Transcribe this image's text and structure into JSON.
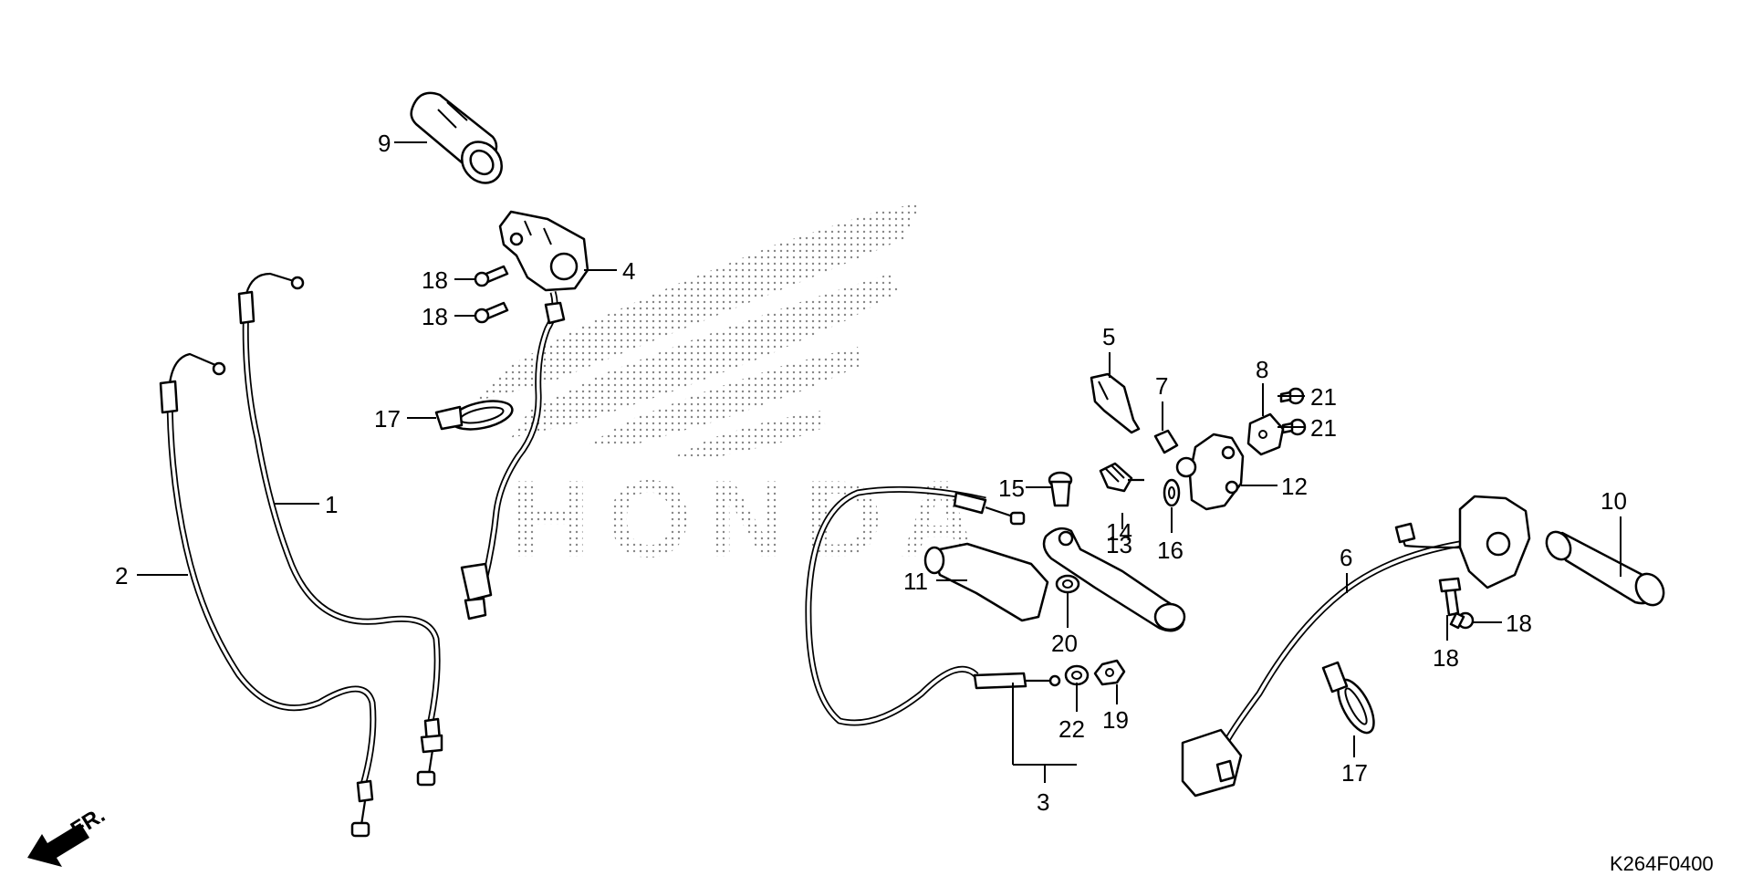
{
  "watermark": {
    "text": "HONDA"
  },
  "direction": {
    "label": "FR."
  },
  "diagram_code": "K264F0400",
  "callouts": [
    {
      "id": "c1",
      "label": "1"
    },
    {
      "id": "c2",
      "label": "2"
    },
    {
      "id": "c3",
      "label": "3"
    },
    {
      "id": "c4",
      "label": "4"
    },
    {
      "id": "c5",
      "label": "5"
    },
    {
      "id": "c6",
      "label": "6"
    },
    {
      "id": "c7",
      "label": "7"
    },
    {
      "id": "c8",
      "label": "8"
    },
    {
      "id": "c9",
      "label": "9"
    },
    {
      "id": "c10",
      "label": "10"
    },
    {
      "id": "c11",
      "label": "11"
    },
    {
      "id": "c12",
      "label": "12"
    },
    {
      "id": "c13",
      "label": "13"
    },
    {
      "id": "c14",
      "label": "14"
    },
    {
      "id": "c15",
      "label": "15"
    },
    {
      "id": "c16",
      "label": "16"
    },
    {
      "id": "c17a",
      "label": "17"
    },
    {
      "id": "c17b",
      "label": "17"
    },
    {
      "id": "c18a",
      "label": "18"
    },
    {
      "id": "c18b",
      "label": "18"
    },
    {
      "id": "c18c",
      "label": "18"
    },
    {
      "id": "c18d",
      "label": "18"
    },
    {
      "id": "c19",
      "label": "19"
    },
    {
      "id": "c20",
      "label": "20"
    },
    {
      "id": "c21a",
      "label": "21"
    },
    {
      "id": "c21b",
      "label": "21"
    },
    {
      "id": "c22",
      "label": "22"
    }
  ]
}
